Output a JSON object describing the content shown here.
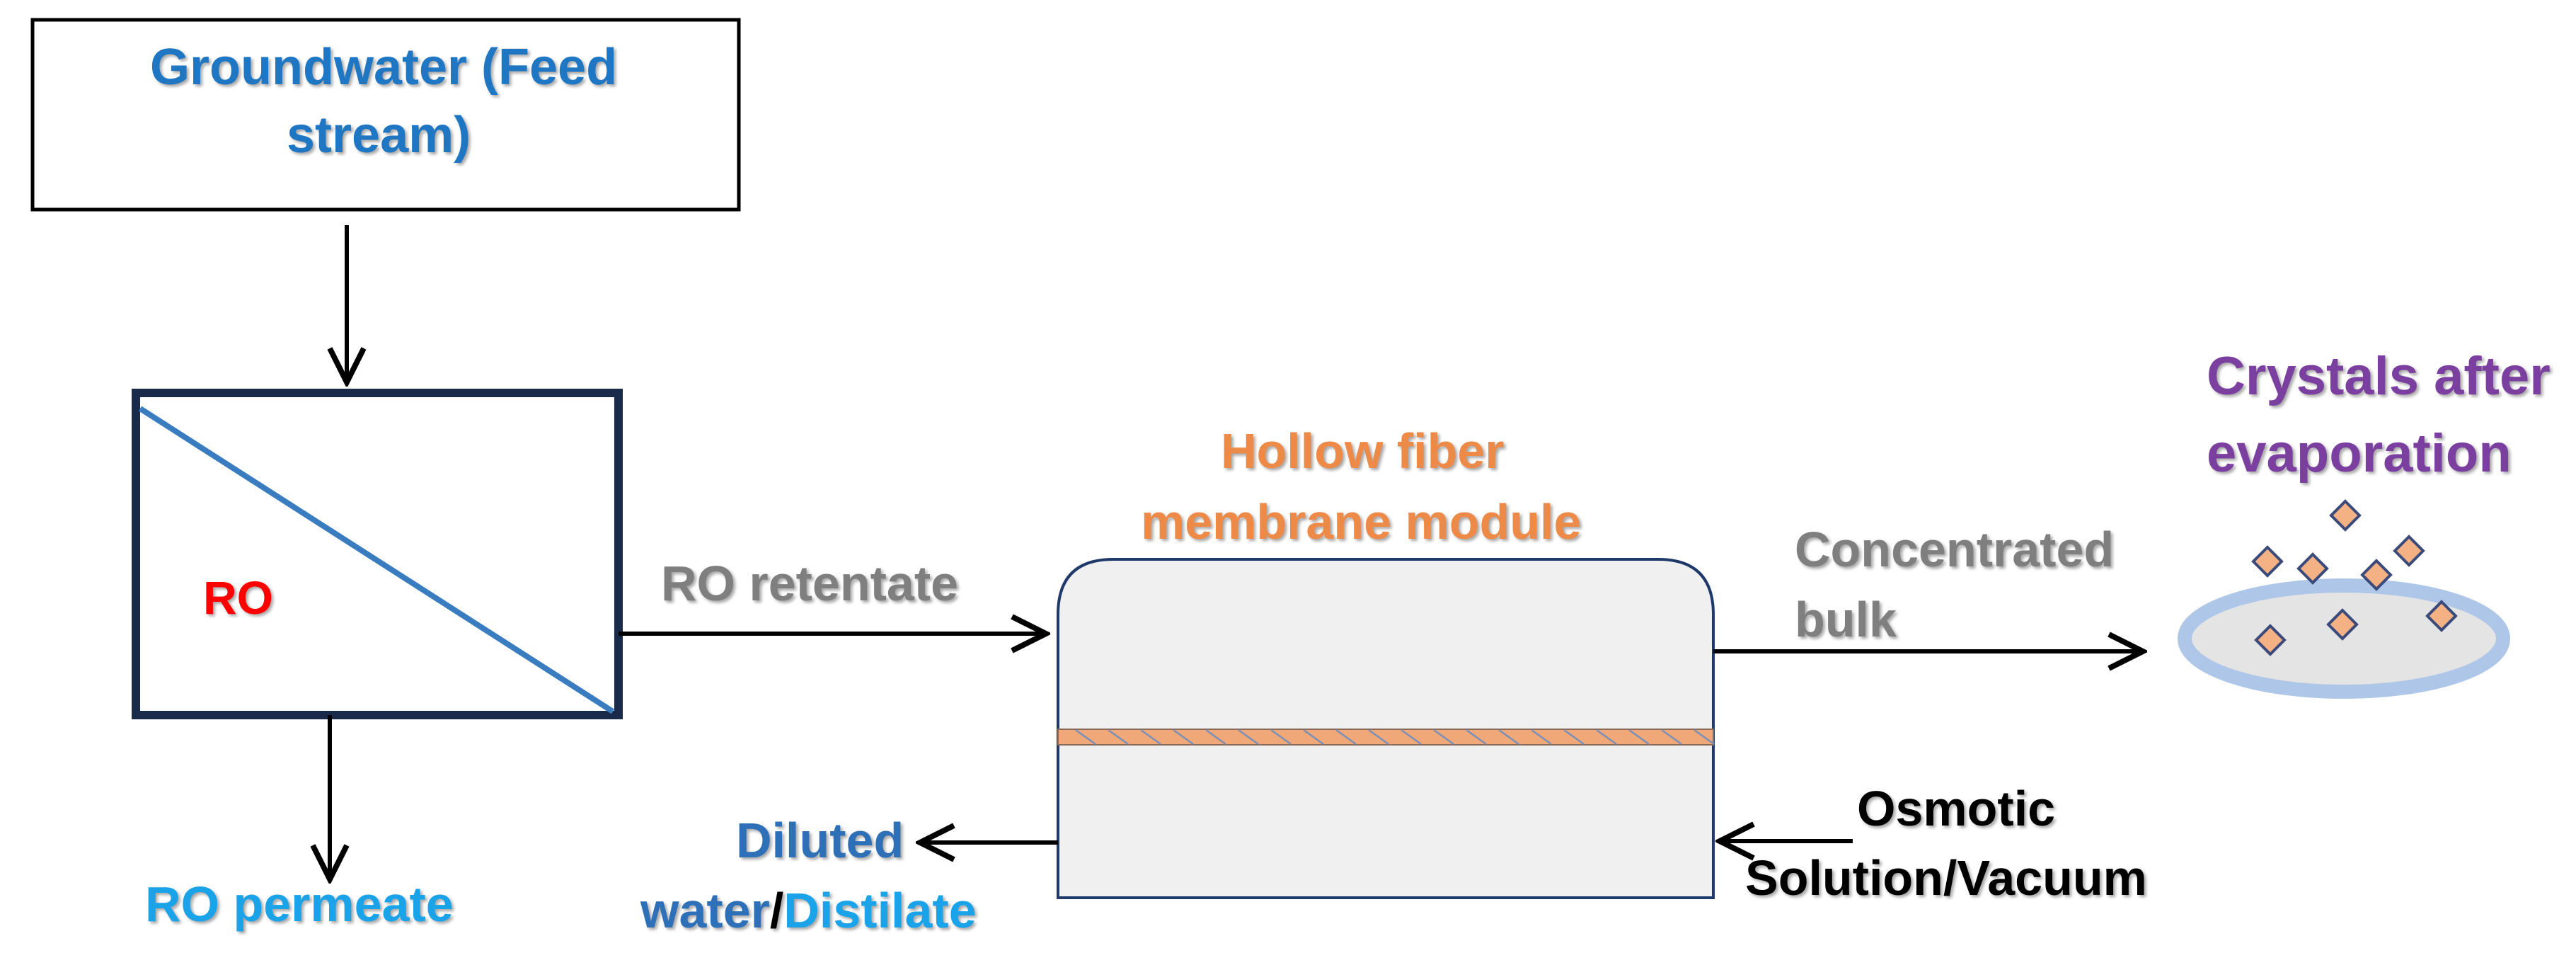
{
  "colors": {
    "feed_text": "#1f77c4",
    "ro_text": "#ff0000",
    "ro_border": "#1a2a4a",
    "ro_diagonal": "#3a7cc0",
    "retentate_text": "#7f7f7f",
    "module_text": "#ee8a48",
    "module_fill": "#f0f0f0",
    "module_border": "#1f3a6a",
    "membrane": "#f0a878",
    "bulk_text": "#7f7f7f",
    "crystals_text": "#7b3fa0",
    "crystal_fill": "#f4b183",
    "dish_ring": "#aec6e8",
    "dish_fill": "#e4e4e4",
    "permeate_text": "#1aa3e8",
    "diluted_text": "#2e70b8",
    "distilate_text": "#1aa3e8",
    "osmotic_text": "#000000"
  },
  "labels": {
    "feed_line1": "Groundwater (Feed",
    "feed_line2": "stream)",
    "ro": "RO",
    "ro_retentate": "RO retentate",
    "module_line1": "Hollow fiber",
    "module_line2": "membrane module",
    "bulk_line1": "Concentrated",
    "bulk_line2": "bulk",
    "crystals_line1": "Crystals after",
    "crystals_line2": "evaporation",
    "ro_permeate": "RO permeate",
    "diluted_line1": "Diluted",
    "diluted_water": "water",
    "slash": "/",
    "distilate": "Distilate",
    "osmotic_line1": "Osmotic",
    "osmotic_line2": "Solution/Vacuum"
  },
  "icons": {
    "crystals": "diamond-crystal-icon",
    "dish": "evaporation-dish-icon"
  }
}
